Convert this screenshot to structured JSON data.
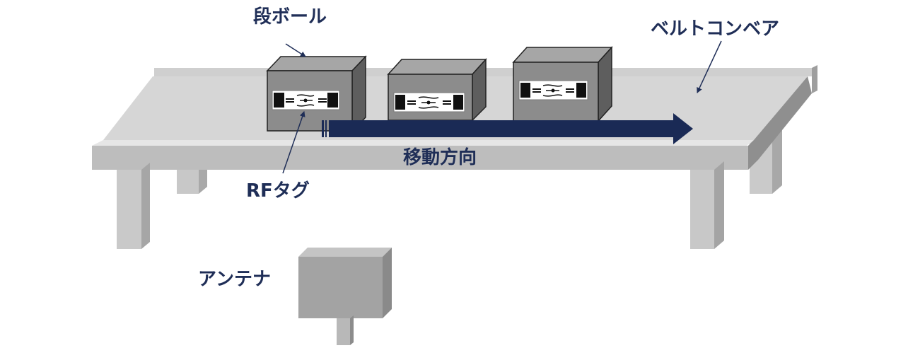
{
  "labels": {
    "cardboard_box": "段ボール",
    "belt_conveyor": "ベルトコンベア",
    "direction": "移動方向",
    "rf_tag": "RFタグ",
    "antenna": "アンテナ"
  },
  "colors": {
    "label_text": "#1f2e57",
    "arrow": "#1a2a55",
    "belt_top": "#d4d4d4",
    "belt_front": "#bcbcbc",
    "box_front": "#8c8c8c",
    "box_top": "#a6a6a6",
    "box_side": "#5e5e5e",
    "antenna": "#a3a3a3"
  }
}
